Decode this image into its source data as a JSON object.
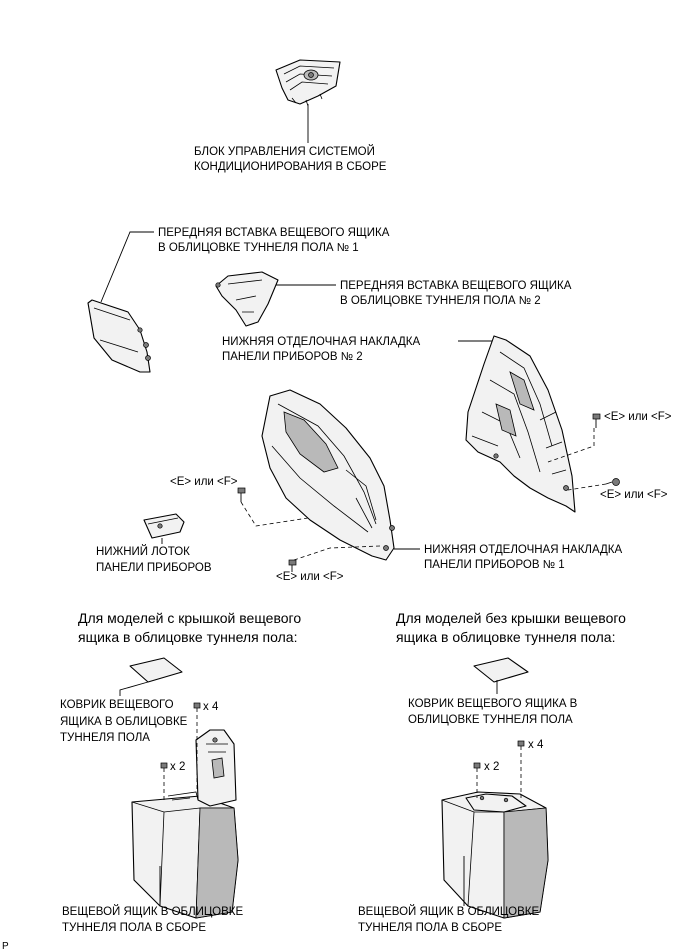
{
  "labels": {
    "ac_control": [
      "БЛОК УПРАВЛЕНИЯ СИСТЕМОЙ",
      "КОНДИЦИОНИРОВАНИЯ В СБОРЕ"
    ],
    "front_insert_1": [
      "ПЕРЕДНЯЯ ВСТАВКА ВЕЩЕВОГО ЯЩИКА",
      "В ОБЛИЦОВКЕ ТУННЕЛЯ ПОЛА № 1"
    ],
    "front_insert_2": [
      "ПЕРЕДНЯЯ ВСТАВКА ВЕЩЕВОГО ЯЩИКА",
      "В ОБЛИЦОВКЕ ТУННЕЛЯ ПОЛА № 2"
    ],
    "lower_panel_2": [
      "НИЖНЯЯ ОТДЕЛОЧНАЯ НАКЛАДКА",
      "ПАНЕЛИ ПРИБОРОВ № 2"
    ],
    "lower_panel_1": [
      "НИЖНЯЯ ОТДЕЛОЧНАЯ НАКЛАДКА",
      "ПАНЕЛИ ПРИБОРОВ № 1"
    ],
    "lower_tray": [
      "НИЖНИЙ ЛОТОК",
      "ПАНЕЛИ ПРИБОРОВ"
    ],
    "clip_ef": "<E> или <F>",
    "mat_left": [
      "КОВРИК ВЕЩЕВОГО",
      "ЯЩИКА В ОБЛИЦОВКЕ",
      "ТУННЕЛЯ ПОЛА"
    ],
    "mat_right": [
      "КОВРИК ВЕЩЕВОГО ЯЩИКА В",
      "ОБЛИЦОВКЕ ТУННЕЛЯ ПОЛА"
    ],
    "console_box": [
      "ВЕЩЕВОЙ ЯЩИК В ОБЛИЦОВКЕ",
      "ТУННЕЛЯ ПОЛА В СБОРЕ"
    ],
    "x4": "x 4",
    "x2": "x 2",
    "footer": "P"
  },
  "headings": {
    "with_lid": [
      "Для моделей с крышкой вещевого",
      "ящика в облицовке туннеля пола:"
    ],
    "without_lid": [
      "Для моделей без крышки вещевого",
      "ящика в облицовке туннеля пола:"
    ]
  }
}
